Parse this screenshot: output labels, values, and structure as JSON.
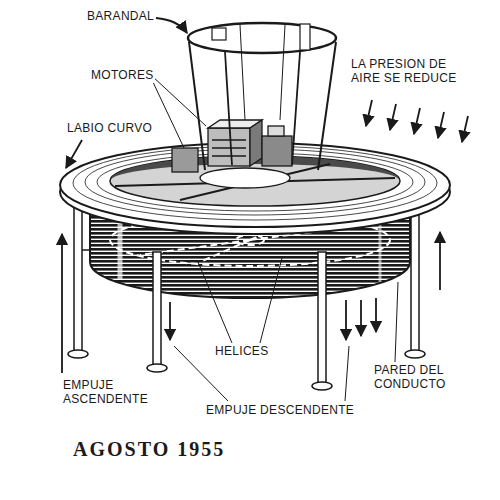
{
  "diagram": {
    "caption": "AGOSTO 1955",
    "labels": [
      "BARANDAL",
      "MOTORES",
      "LABIO CURVO",
      "LA PRESION DE AIRE SE REDUCE",
      "HELICES",
      "PARED DEL CONDUCTO",
      "EMPUJE ASCENDENTE",
      "EMPUJE DESCENDENTE"
    ]
  }
}
